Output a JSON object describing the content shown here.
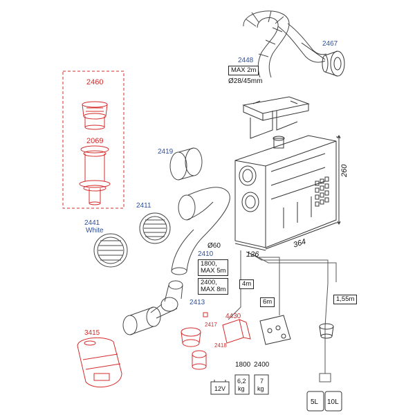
{
  "parts": {
    "p2460": "2460",
    "p2069": "2069",
    "p2419": "2419",
    "p2411": "2411",
    "p2441": "2441",
    "p2441_note": "White",
    "p2448": "2448",
    "p2467": "2467",
    "p2410": "2410",
    "p2413": "2413",
    "p3415": "3415",
    "p4430": "4430",
    "p2417": "2417",
    "p2418": "2418",
    "m1800": "1800",
    "m2400": "2400"
  },
  "callouts": {
    "hose_max": "MAX 2m",
    "hose_diameter": "Ø28/45mm",
    "duct_diameter": "Ø60",
    "duct_1800": [
      "1800,",
      "MAX 5m"
    ],
    "duct_2400": [
      "2400,",
      "MAX 8m"
    ],
    "cable_4m": "4m",
    "cable_6m": "6m",
    "fuel_line": "1,55m",
    "power": "12V",
    "weight_1800": [
      "6,2",
      "kg"
    ],
    "weight_2400": [
      "7",
      "kg"
    ],
    "tank_5": "5L",
    "tank_10": "10L"
  },
  "dimensions": {
    "height": "260",
    "depth": "364",
    "width": "126"
  },
  "colors": {
    "red_parts": "#d42a2a",
    "blue_parts": "#2c4d9c",
    "line": "#333333"
  }
}
